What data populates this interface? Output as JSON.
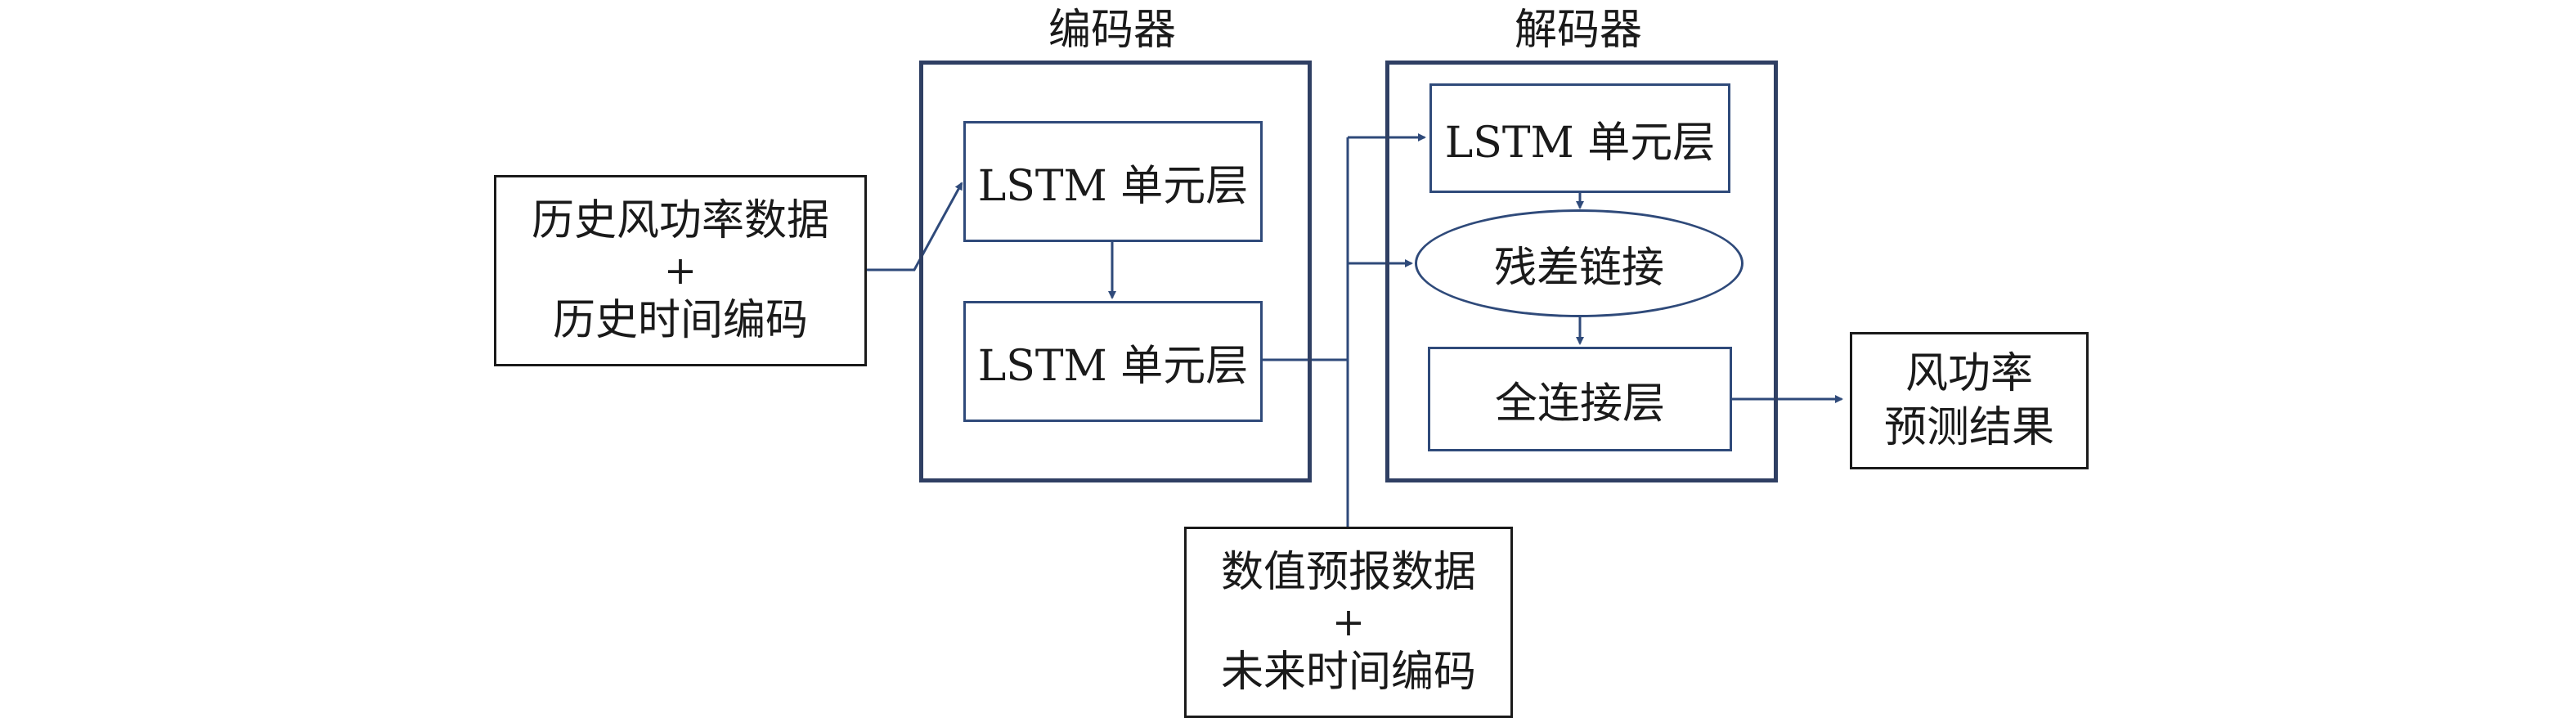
{
  "encoder": {
    "title": "编码器",
    "layer1": "LSTM 单元层",
    "layer2": "LSTM 单元层"
  },
  "decoder": {
    "title": "解码器",
    "layer1": "LSTM 单元层",
    "residual": "残差链接",
    "dense": "全连接层"
  },
  "history_input": {
    "line1": "历史风功率数据",
    "plus": "+",
    "line2": "历史时间编码"
  },
  "forecast_input": {
    "line1": "数值预报数据",
    "plus": "+",
    "line2": "未来时间编码"
  },
  "output": {
    "line1": "风功率",
    "line2": "预测结果"
  },
  "colors": {
    "arrow": "#2f4a7a",
    "group_border": "#2f3f63",
    "input_border": "#1a1a1a"
  }
}
